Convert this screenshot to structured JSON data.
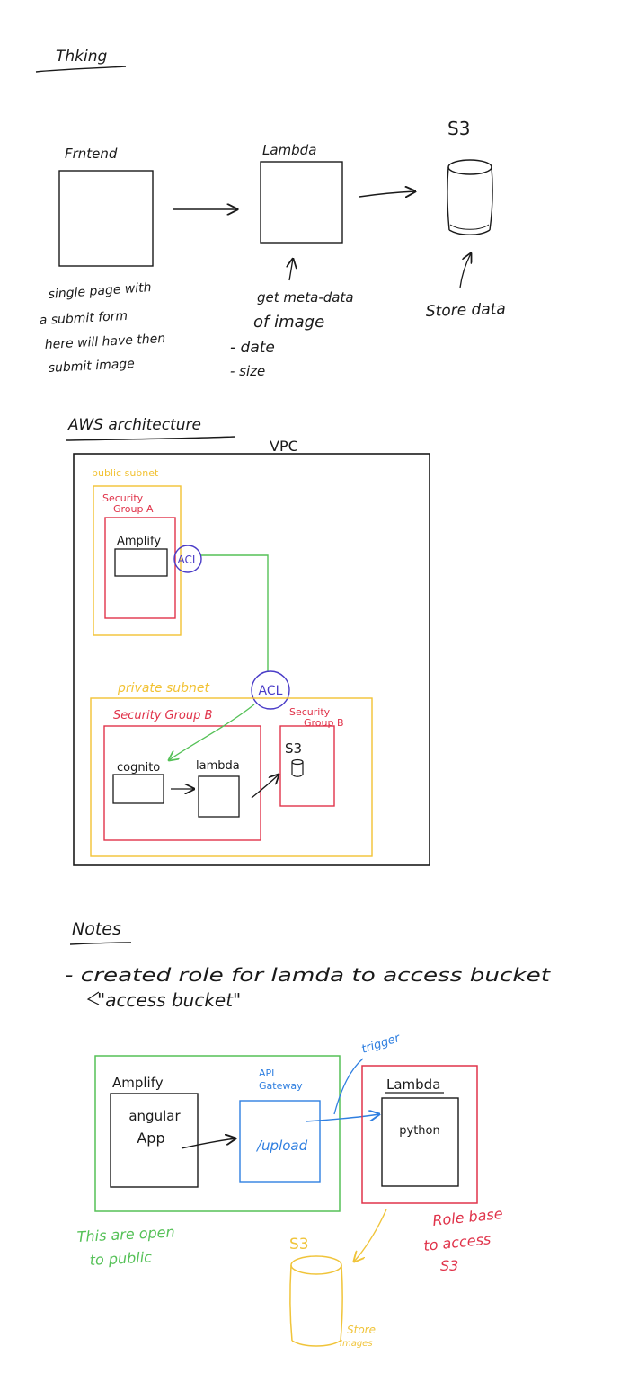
{
  "colors": {
    "ink": "#1a1a1a",
    "red": "#e0334a",
    "yellow": "#f2c234",
    "green": "#55c157",
    "blue": "#2f7fe0",
    "purple": "#4a3cc8",
    "orange_yellow": "#f0c43a"
  },
  "thinking": {
    "heading": "Thking",
    "frontend": {
      "title": "Frntend",
      "note": [
        "single page with",
        "a submit form",
        "here will have then",
        "submit image"
      ]
    },
    "lambda": {
      "title": "Lambda",
      "note": [
        "get meta-data",
        "of image",
        "- date",
        "- size"
      ]
    },
    "s3": {
      "title": "S3",
      "note": "Store data",
      "icon": "database-cylinder-icon"
    }
  },
  "aws": {
    "heading": "AWS architecture",
    "vpc": "VPC",
    "public_subnet": "public subnet",
    "security_group_a": [
      "Security",
      "Group A"
    ],
    "amplify": "Amplify",
    "acl_top": "ACL",
    "acl_bottom": "ACL",
    "private_subnet": "private subnet",
    "security_group_b": "Security Group B",
    "security_group_b2": [
      "Security",
      "Group B"
    ],
    "s3": "S3",
    "cognito": "cognito",
    "lambda": "lambda"
  },
  "notes": {
    "heading": "Notes",
    "lines": [
      "- created role for lamda to access bucket",
      "\"access bucket\""
    ]
  },
  "flow": {
    "amplify_title": "Amplify",
    "app_label": [
      "angular",
      "App"
    ],
    "api_gateway": [
      "API",
      "Gateway"
    ],
    "upload": "/upload",
    "trigger": "trigger",
    "lambda_title": "Lambda",
    "python": "python",
    "open_public": [
      "This are open",
      "to public"
    ],
    "role_note": [
      "Role base",
      "to access",
      "S3"
    ],
    "s3_title": "S3",
    "store_images": [
      "Store",
      "Images"
    ]
  }
}
